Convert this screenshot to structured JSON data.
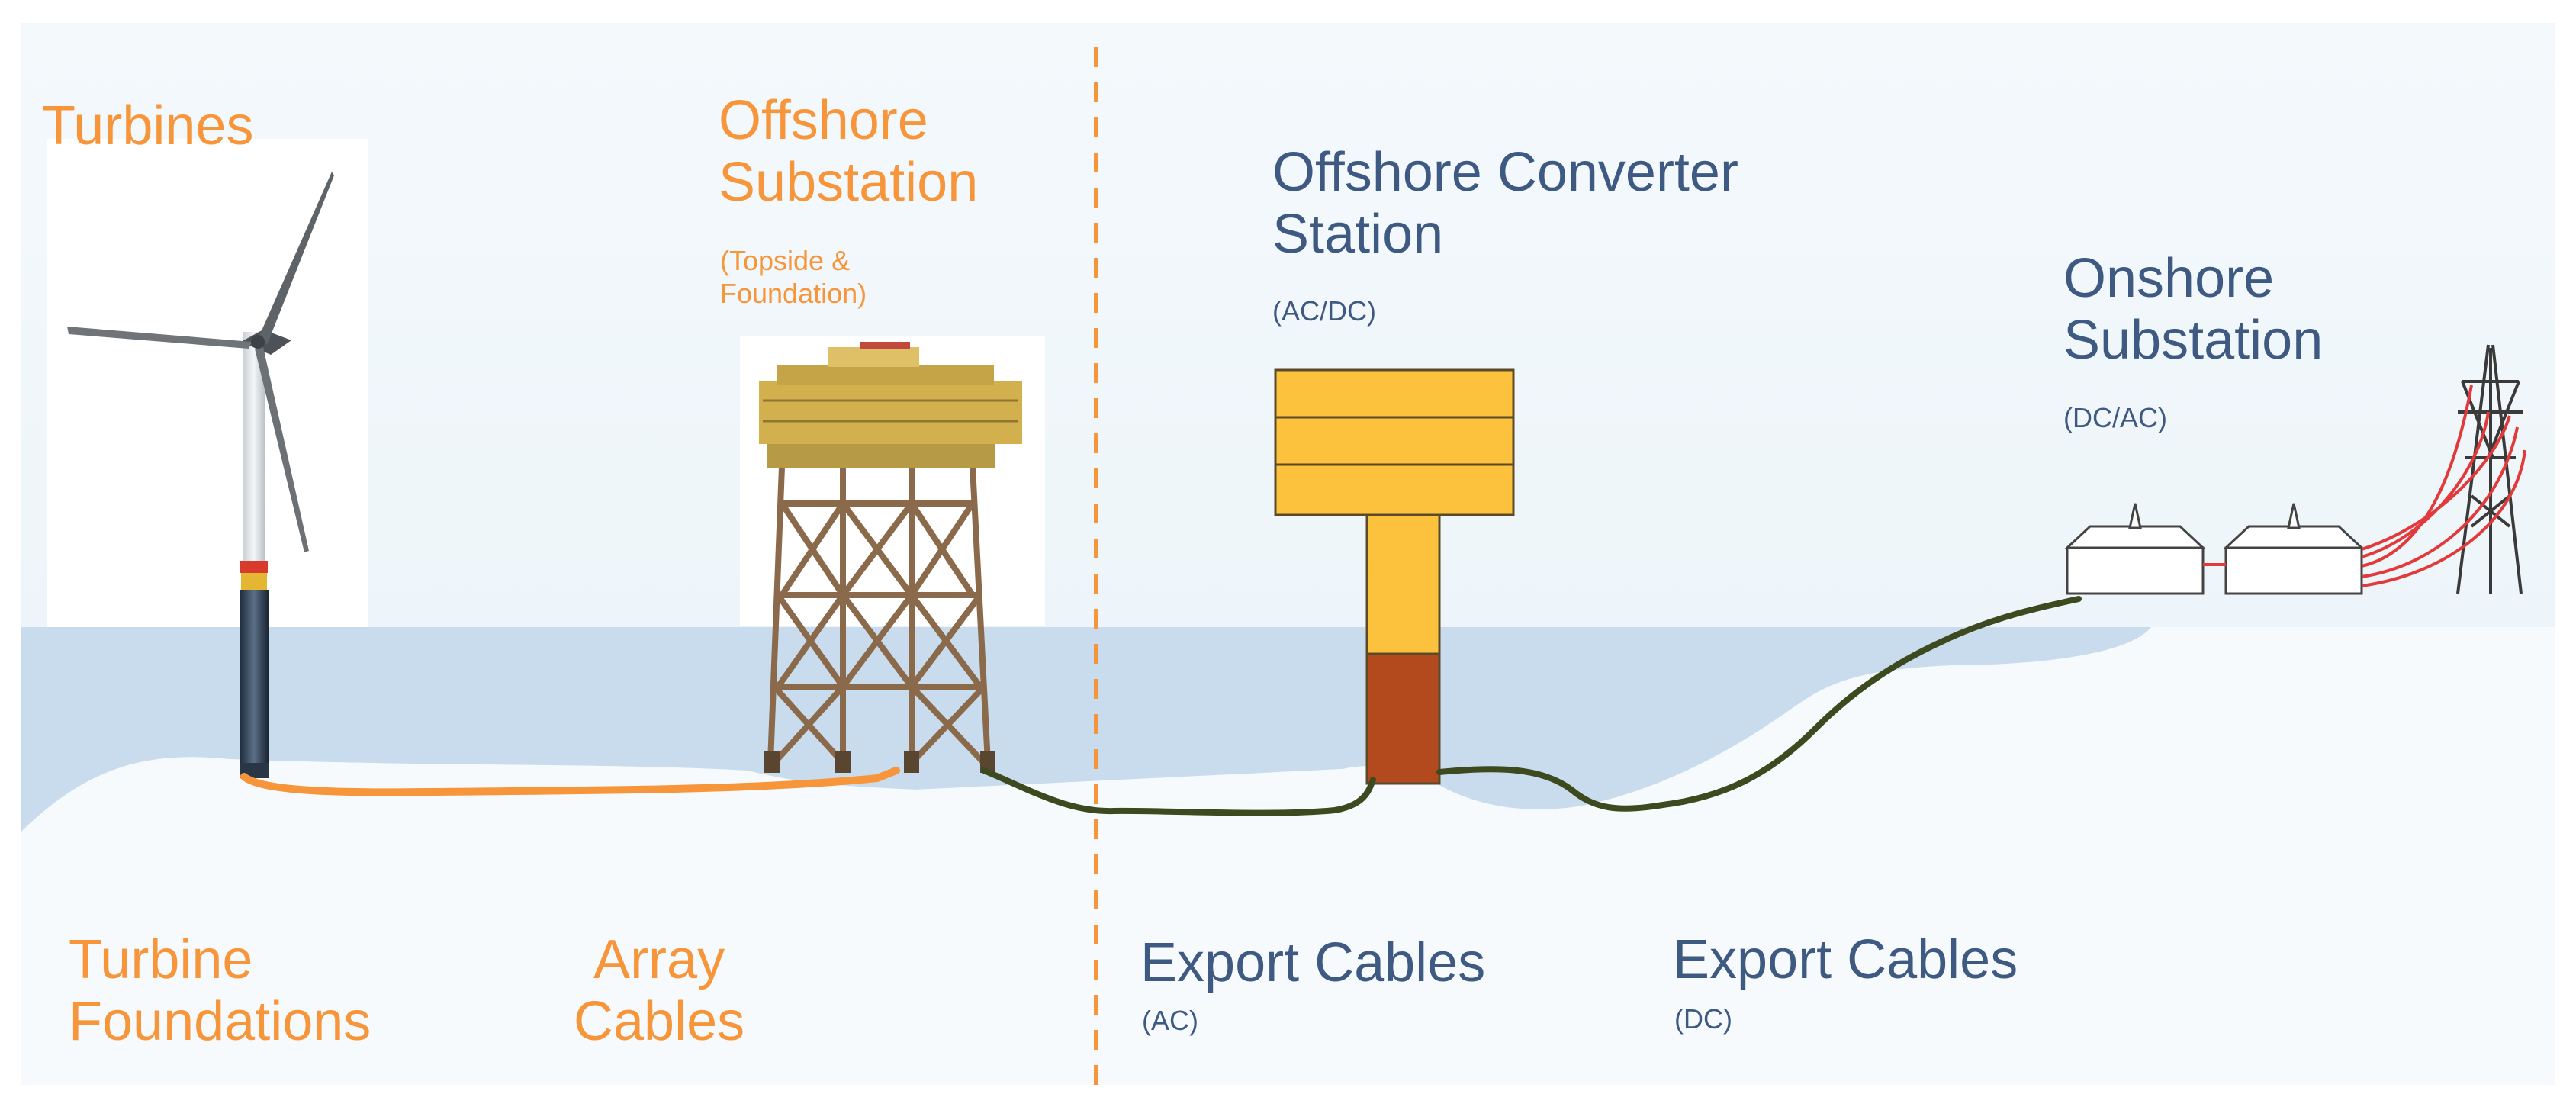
{
  "labels": {
    "turbines": "Turbines",
    "offshore_substation": [
      "Offshore",
      "Substation"
    ],
    "offshore_substation_note": [
      "(Topside &",
      "Foundation)"
    ],
    "offshore_converter": [
      "Offshore Converter",
      "Station"
    ],
    "offshore_converter_note": "(AC/DC)",
    "onshore_substation": [
      "Onshore",
      "Substation"
    ],
    "onshore_substation_note": "(DC/AC)",
    "turbine_foundations": [
      "Turbine",
      "Foundations"
    ],
    "array_cables": [
      "Array",
      "Cables"
    ],
    "export_cables_ac": "Export Cables",
    "export_cables_ac_note": "(AC)",
    "export_cables_dc": "Export Cables",
    "export_cables_dc_note": "(DC)"
  },
  "colors": {
    "orange_label": "#f7953b",
    "blue_label": "#3e5a82",
    "sky": "#edf6fa",
    "sea": "#c9dced",
    "seabed": "#f6fafc",
    "array_cable": "#f7953b",
    "export_cable": "#3d4a20",
    "converter_yellow": "#fcc23d",
    "converter_brown": "#b24a1e",
    "platform_yellow": "#d2b04e",
    "pylon_lines": "#e23a3a"
  }
}
